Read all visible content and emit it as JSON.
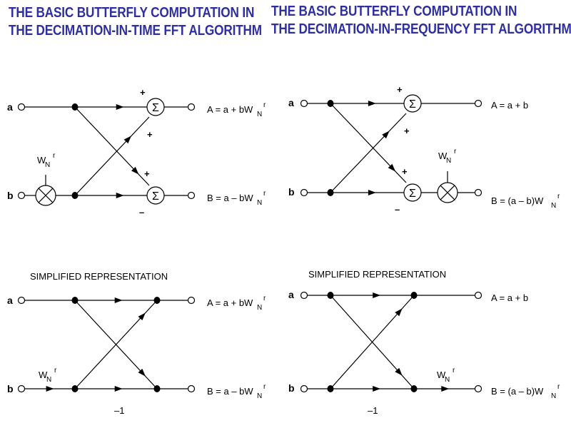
{
  "titles": {
    "left": [
      "THE BASIC BUTTERFLY COMPUTATION IN",
      "THE DECIMATION-IN-TIME FFT ALGORITHM"
    ],
    "right": [
      "THE BASIC BUTTERFLY COMPUTATION IN",
      "THE DECIMATION-IN-FREQUENCY FFT ALGORITHM"
    ]
  },
  "inputs": {
    "a": "a",
    "b": "b"
  },
  "sigma": "Σ",
  "signs": {
    "plus": "+",
    "minus": "–"
  },
  "twiddle": {
    "base": "W",
    "sub": "N",
    "sup": "r"
  },
  "outputs": {
    "dit_a_prefix": "A = a + bW",
    "dit_b_prefix": "B = a – bW",
    "dif_a": "A = a + b",
    "dif_b_prefix": "B = (a – b)W"
  },
  "simplified_caption": "SIMPLIFIED REPRESENTATION",
  "minus_one": "–1"
}
